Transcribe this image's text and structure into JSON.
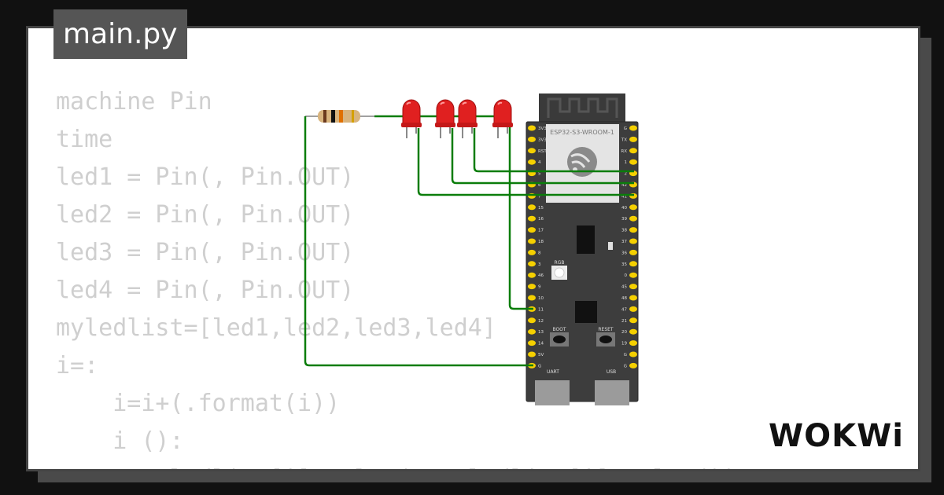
{
  "filename_tab": {
    "label": "main.py"
  },
  "code_lines": [
    "machine Pin",
    "time",
    "led1 = Pin(, Pin.OUT)",
    "led2 = Pin(, Pin.OUT)",
    "led3 = Pin(, Pin.OUT)",
    "led4 = Pin(, Pin.OUT)",
    "myledlist=[led1,led2,led3,led4]",
    "i=:",
    "    i=i+(.format(i))",
    "    i ():",
    "        ledlist[i].value(not ledlist[i].value())"
  ],
  "board": {
    "module_label": "ESP32-S3-WROOM-1",
    "rgb_label": "RGB",
    "boot_label": "BOOT",
    "reset_label": "RESET",
    "uart_label": "UART",
    "usb_label": "USB",
    "left_pins": [
      "3V3",
      "3V3",
      "RST",
      "4",
      "5",
      "6",
      "7",
      "15",
      "16",
      "17",
      "18",
      "8",
      "3",
      "46",
      "9",
      "10",
      "11",
      "12",
      "13",
      "14",
      "5V",
      "G"
    ],
    "right_pins": [
      "G",
      "TX",
      "RX",
      "1",
      "2",
      "42",
      "41",
      "40",
      "39",
      "38",
      "37",
      "36",
      "35",
      "0",
      "45",
      "48",
      "47",
      "21",
      "20",
      "19",
      "G",
      "G"
    ]
  },
  "logo": {
    "text": "WOKWi"
  },
  "colors": {
    "background": "#111111",
    "card": "#ffffff",
    "tab": "#555555",
    "code_text": "#cfcfcf",
    "wire": "#0a7d0a",
    "board": "#3d3d3d",
    "pin": "#f5d000",
    "led": "#e02020"
  }
}
